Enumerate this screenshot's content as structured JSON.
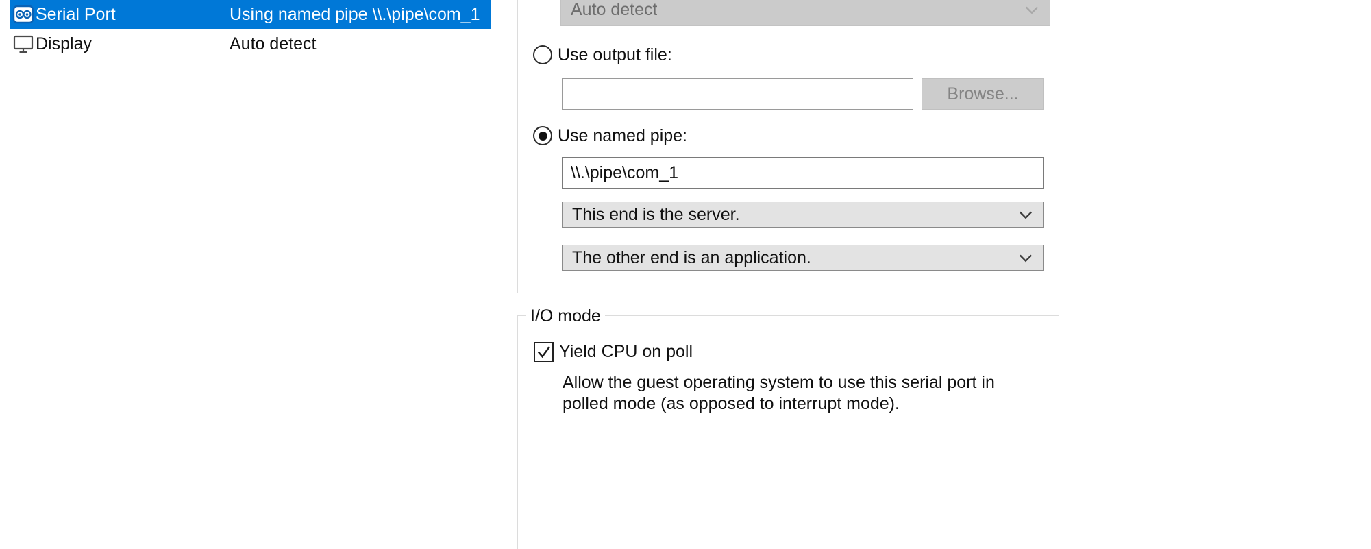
{
  "device_list": {
    "items": [
      {
        "label": "Serial Port",
        "summary": "Using named pipe \\\\.\\pipe\\com_1",
        "icon": "serial-port-icon",
        "selected": true
      },
      {
        "label": "Display",
        "summary": "Auto detect",
        "icon": "display-icon",
        "selected": false
      }
    ]
  },
  "connection": {
    "physical_port_select": {
      "value": "Auto detect",
      "disabled": true,
      "icon": "chevron-down-icon"
    },
    "output_file_radio": {
      "label": "Use output file:",
      "selected": false
    },
    "output_file_input": {
      "value": ""
    },
    "browse_button": {
      "label": "Browse...",
      "disabled": true
    },
    "named_pipe_radio": {
      "label": "Use named pipe:",
      "selected": true
    },
    "named_pipe_input": {
      "value": "\\\\.\\pipe\\com_1"
    },
    "pipe_end_select": {
      "value": "This end is the server.",
      "icon": "chevron-down-icon"
    },
    "pipe_other_end_select": {
      "value": "The other end is an application.",
      "icon": "chevron-down-icon"
    }
  },
  "io_mode": {
    "title": "I/O mode",
    "yield_cpu_checkbox": {
      "label": "Yield CPU on poll",
      "checked": true,
      "icon": "check-icon"
    },
    "description": [
      "Allow the guest operating system to use this serial port in",
      "polled mode (as opposed to interrupt mode)."
    ]
  },
  "colors": {
    "selection_blue": "#0078d7",
    "disabled_fill": "#cccccc",
    "combo_fill": "#e3e3e3",
    "group_border": "#dcdcdc"
  }
}
